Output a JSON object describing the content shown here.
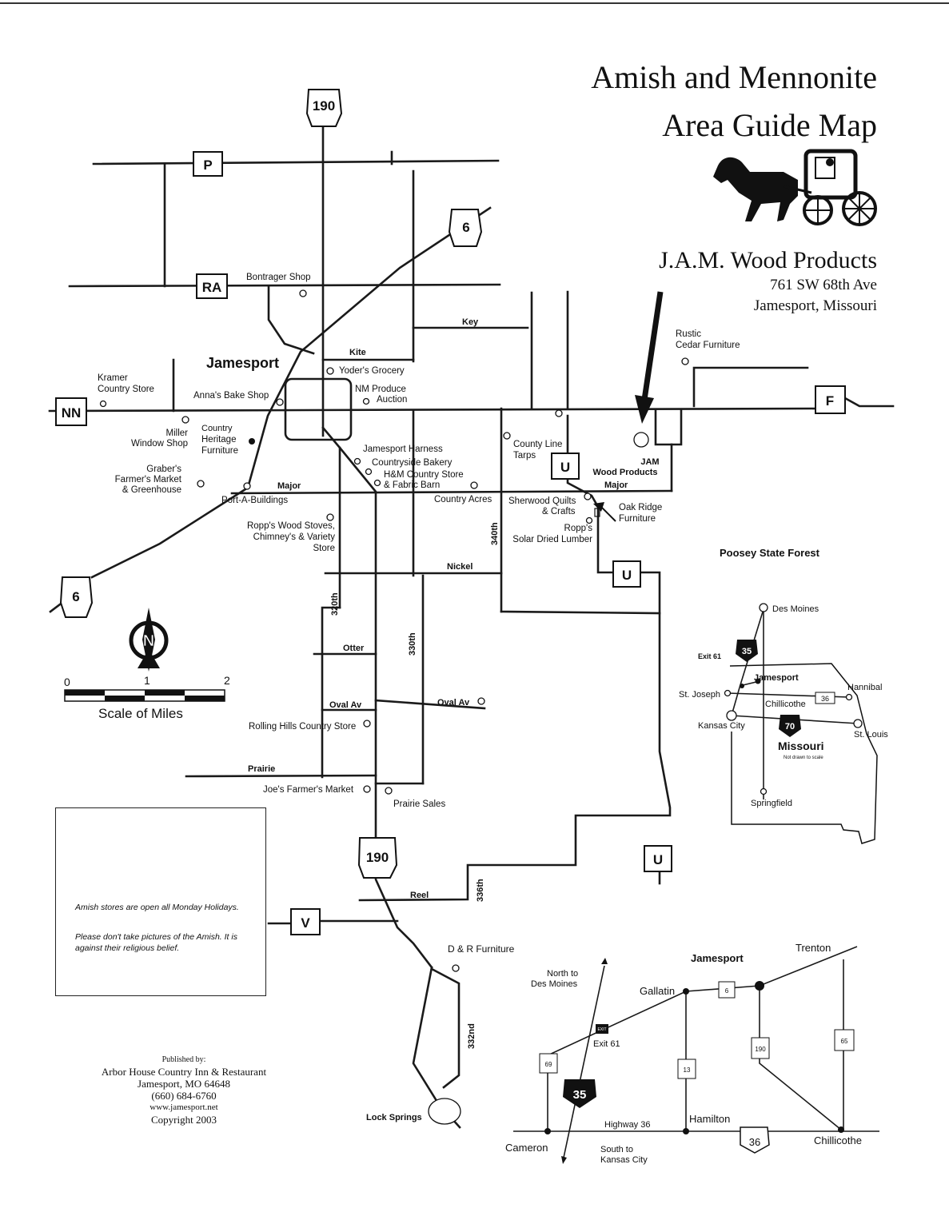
{
  "title": {
    "line1": "Amish and Mennonite",
    "line2": "Area Guide Map"
  },
  "business": {
    "name": "J.A.M. Wood Products",
    "address": "761 SW 68th Ave",
    "city": "Jamesport, Missouri"
  },
  "town": "Jamesport",
  "shields": {
    "hwy190_top": "190",
    "hwy190_bottom": "190",
    "hwy6_top": "6",
    "hwy6_left": "6",
    "P": "P",
    "RA": "RA",
    "NN": "NN",
    "F": "F",
    "U1": "U",
    "U2": "U",
    "U3": "U",
    "V": "V"
  },
  "roads": {
    "key": "Key",
    "kite": "Kite",
    "major_west": "Major",
    "major_east": "Major",
    "nickel": "Nickel",
    "otter": "Otter",
    "oval_w": "Oval Av",
    "oval_e": "Oval Av",
    "prairie": "Prairie",
    "reel": "Reel",
    "r320": "320th",
    "r330": "330th",
    "r340": "340th",
    "r336": "336th",
    "r332": "332nd"
  },
  "places": {
    "bontrager": "Bontrager Shop",
    "rustic": [
      "Rustic",
      "Cedar Furniture"
    ],
    "kramer": [
      "Kramer",
      "Country Store"
    ],
    "yoders": "Yoder's Grocery",
    "annas": "Anna's Bake Shop",
    "nm_produce": [
      "NM Produce",
      "Auction"
    ],
    "miller": [
      "Miller",
      "Window Shop"
    ],
    "country_heritage": [
      "Country",
      "Heritage",
      "Furniture"
    ],
    "graber": [
      "Graber's",
      "Farmer's Market",
      "& Greenhouse"
    ],
    "port_a": "Port-A-Buildings",
    "harness": "Jamesport Harness",
    "bakery": "Countryside Bakery",
    "hm_store": [
      "H&M Country Store",
      "& Fabric Barn"
    ],
    "country_acres": "Country Acres",
    "county_line": [
      "County Line",
      "Tarps"
    ],
    "jam_wp": [
      "JAM",
      "Wood Products"
    ],
    "sherwood": [
      "Sherwood Quilts",
      "& Crafts"
    ],
    "oak_ridge": [
      "Oak Ridge",
      "Furniture"
    ],
    "ropps_solar": [
      "Ropp's",
      "Solar Dried Lumber"
    ],
    "ropps_wood": [
      "Ropp's Wood Stoves,",
      "Chimney's & Variety",
      "Store"
    ],
    "poosey": "Poosey State Forest",
    "rolling_hills": "Rolling Hills Country Store",
    "joes": "Joe's Farmer's Market",
    "prairie_sales": "Prairie Sales",
    "dr_furniture": "D & R Furniture",
    "lock_springs": "Lock Springs"
  },
  "scale": {
    "t0": "0",
    "t1": "1",
    "t2": "2",
    "label": "Scale of Miles",
    "north": "N"
  },
  "notice": {
    "line1": "Amish stores are open all Monday Holidays.",
    "line2": "Please don't take pictures of the Amish. It is against their religious belief."
  },
  "publisher": {
    "label": "Published by:",
    "name": "Arbor House Country Inn & Restaurant",
    "city": "Jamesport, MO 64648",
    "phone": "(660) 684-6760",
    "web": "www.jamesport.net",
    "copyright": "Copyright 2003"
  },
  "state_map": {
    "des_moines": "Des Moines",
    "exit": "Exit 61",
    "i35": "35",
    "jamesport": "Jamesport",
    "hannibal": "Hannibal",
    "st_joseph": "St. Joseph",
    "chillicothe": "Chillicothe",
    "us36": "36",
    "kansas_city": "Kansas City",
    "i70": "70",
    "st_louis": "St. Louis",
    "missouri": "Missouri",
    "not_to_scale": "Not drawn to scale",
    "springfield": "Springfield"
  },
  "region_map": {
    "jamesport": "Jamesport",
    "trenton": "Trenton",
    "north": [
      "North to",
      "Des Moines"
    ],
    "gallatin": "Gallatin",
    "exit_sign": "EXIT",
    "exit61": "Exit 61",
    "r6": "6",
    "r69": "69",
    "r13": "13",
    "r190": "190",
    "r65": "65",
    "i35": "35",
    "hwy36_lbl": "Highway 36",
    "hamilton": "Hamilton",
    "us36": "36",
    "cameron": "Cameron",
    "south": [
      "South to",
      "Kansas City"
    ],
    "chillicothe": "Chillicothe"
  },
  "colors": {
    "ink": "#111111",
    "paper": "#ffffff"
  }
}
